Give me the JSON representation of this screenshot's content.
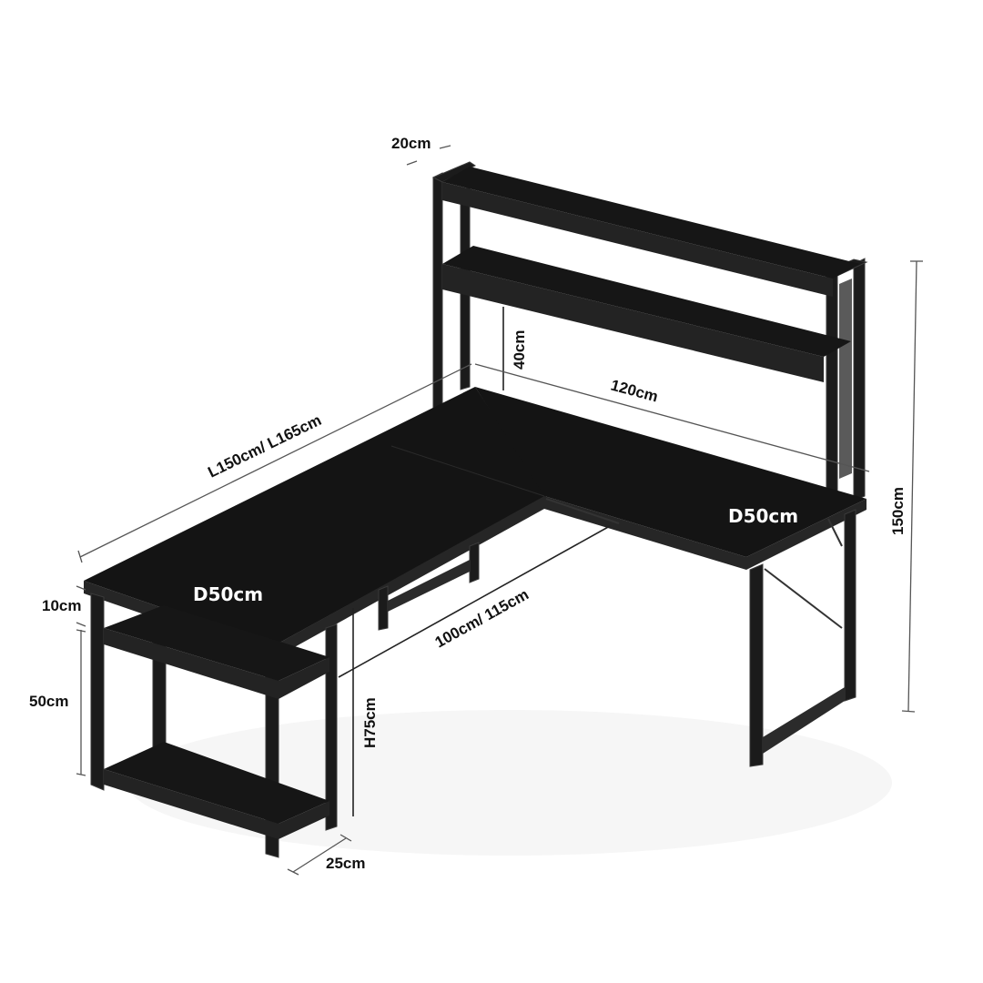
{
  "diagram": {
    "subject": "L-shaped desk with hutch and side storage shelves",
    "colors": {
      "desk": "#141414",
      "frame": "#1b1b1b",
      "background": "#ffffff",
      "dimension_line": "#222222",
      "label_dark": "#111111",
      "label_light": "#ffffff"
    },
    "dimensions": {
      "hutch_depth": "20cm",
      "hutch_shelf_height": "40cm",
      "hutch_width": "120cm",
      "long_side_length": "L150cm/ L165cm",
      "long_side_depth": "D50cm",
      "short_side_depth": "D50cm",
      "short_side_length": "100cm/ 115cm",
      "total_height": "150cm",
      "desk_height": "H75cm",
      "top_shelf_gap": "10cm",
      "storage_shelf_height": "50cm",
      "storage_depth": "25cm"
    }
  }
}
